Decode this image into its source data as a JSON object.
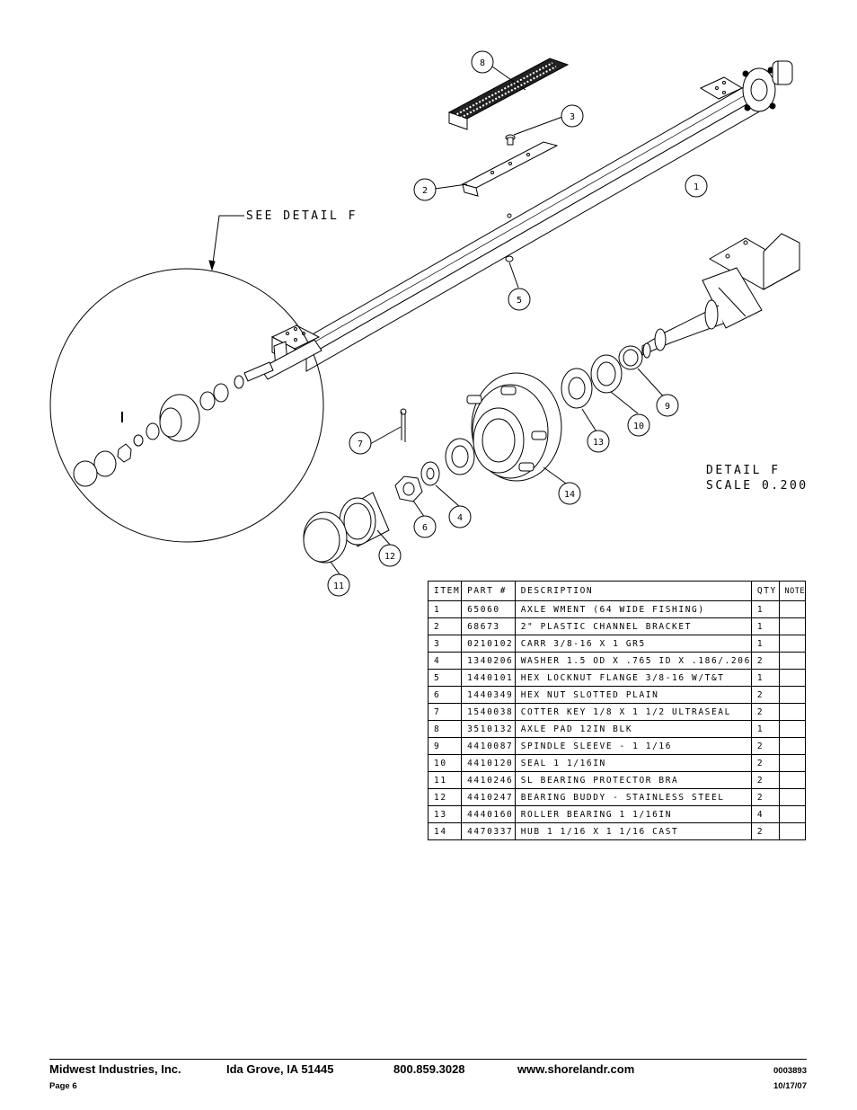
{
  "detail": {
    "see_detail": "SEE DETAIL  F",
    "title": "DETAIL  F",
    "scale": "SCALE  0.200"
  },
  "callouts": [
    "1",
    "2",
    "3",
    "4",
    "5",
    "6",
    "7",
    "8",
    "9",
    "10",
    "11",
    "12",
    "13",
    "14"
  ],
  "table": {
    "headers": [
      "ITEM",
      "PART #",
      "DESCRIPTION",
      "QTY",
      "NOTE"
    ],
    "rows": [
      {
        "item": "1",
        "part": "65060",
        "desc": "AXLE WMENT (64 WIDE FISHING)",
        "qty": "1",
        "note": ""
      },
      {
        "item": "2",
        "part": "68673",
        "desc": "2\" PLASTIC CHANNEL BRACKET",
        "qty": "1",
        "note": ""
      },
      {
        "item": "3",
        "part": "0210102",
        "desc": "CARR 3/8-16 X 1 GR5",
        "qty": "1",
        "note": ""
      },
      {
        "item": "4",
        "part": "1340206",
        "desc": "WASHER 1.5 OD X .765 ID X .186/.206",
        "qty": "2",
        "note": ""
      },
      {
        "item": "5",
        "part": "1440101",
        "desc": "HEX LOCKNUT FLANGE 3/8-16 W/T&T",
        "qty": "1",
        "note": ""
      },
      {
        "item": "6",
        "part": "1440349",
        "desc": "HEX NUT SLOTTED PLAIN",
        "qty": "2",
        "note": ""
      },
      {
        "item": "7",
        "part": "1540038",
        "desc": "COTTER KEY 1/8 X 1 1/2 ULTRASEAL",
        "qty": "2",
        "note": ""
      },
      {
        "item": "8",
        "part": "3510132",
        "desc": "AXLE PAD 12IN  BLK",
        "qty": "1",
        "note": ""
      },
      {
        "item": "9",
        "part": "4410087",
        "desc": "SPINDLE SLEEVE - 1 1/16",
        "qty": "2",
        "note": ""
      },
      {
        "item": "10",
        "part": "4410120",
        "desc": "SEAL  1 1/16IN",
        "qty": "2",
        "note": ""
      },
      {
        "item": "11",
        "part": "4410246",
        "desc": "SL BEARING PROTECTOR BRA",
        "qty": "2",
        "note": ""
      },
      {
        "item": "12",
        "part": "4410247",
        "desc": "BEARING BUDDY - STAINLESS STEEL",
        "qty": "2",
        "note": ""
      },
      {
        "item": "13",
        "part": "4440160",
        "desc": "ROLLER BEARING   1 1/16IN",
        "qty": "4",
        "note": ""
      },
      {
        "item": "14",
        "part": "4470337",
        "desc": "HUB  1 1/16 X 1 1/16 CAST",
        "qty": "2",
        "note": ""
      }
    ]
  },
  "footer": {
    "company": "Midwest Industries, Inc.",
    "city": "Ida Grove, IA  51445",
    "phone": "800.859.3028",
    "web": "www.shorelandr.com",
    "doc_no": "0003893",
    "page": "Page 6",
    "date": "10/17/07"
  }
}
